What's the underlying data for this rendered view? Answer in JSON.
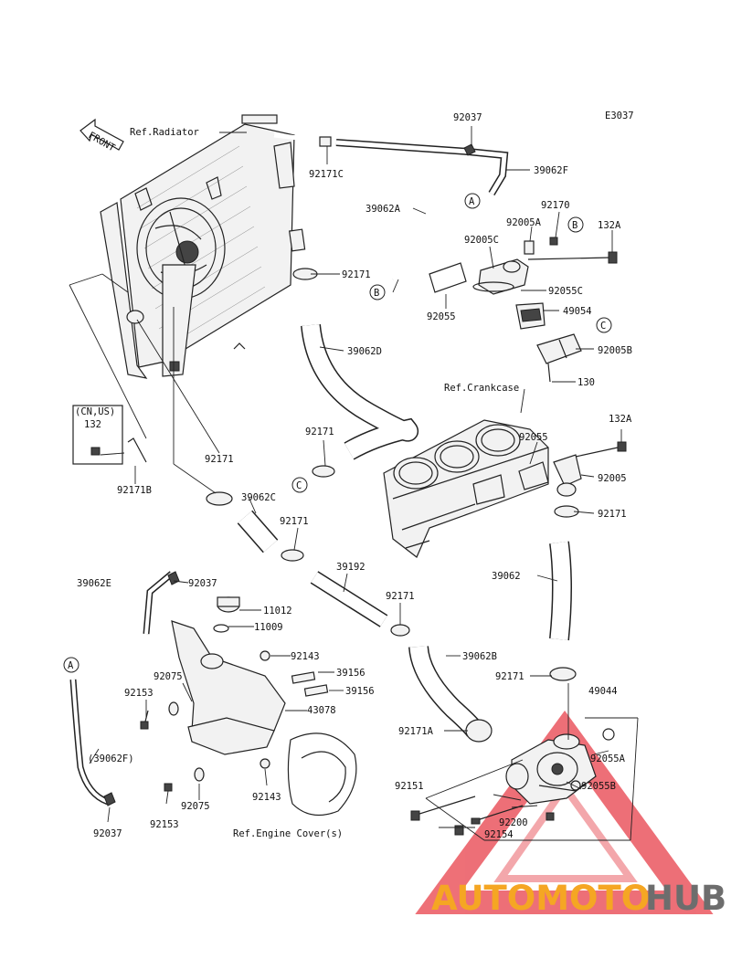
{
  "diagram_code": "E3037",
  "front_arrow_label": "FRONT",
  "refs": {
    "radiator": "Ref.Radiator",
    "crankcase": "Ref.Crankcase",
    "engine_cover": "Ref.Engine Cover(s)"
  },
  "note": "(CN,US)",
  "labels": [
    "92037",
    "39062F",
    "92171C",
    "39062A",
    "92170",
    "92005A",
    "132A",
    "92005C",
    "92171",
    "92055C",
    "92055",
    "49054",
    "92005B",
    "39062D",
    "130",
    "132A",
    "92171",
    "92055",
    "92005",
    "132",
    "92171B",
    "92171",
    "39062C",
    "92171",
    "92171",
    "39062",
    "39062E",
    "92037",
    "39192",
    "11012",
    "11009",
    "92171",
    "92143",
    "39062B",
    "39156",
    "92075",
    "39156",
    "92153",
    "43078",
    "92171",
    "49044",
    "92171A",
    "92055A",
    "(39062F)",
    "92151",
    "92055B",
    "92143",
    "92075",
    "92153",
    "92200",
    "92037",
    "92154"
  ],
  "callouts": [
    "A",
    "B",
    "B",
    "C",
    "C",
    "A"
  ],
  "watermark": {
    "brand_part1": "AUTOMOTO",
    "brand_part2": "HUB",
    "colors": {
      "orange": "#f5a623",
      "gray": "#6d6d6d",
      "red": "#e8404a"
    }
  }
}
